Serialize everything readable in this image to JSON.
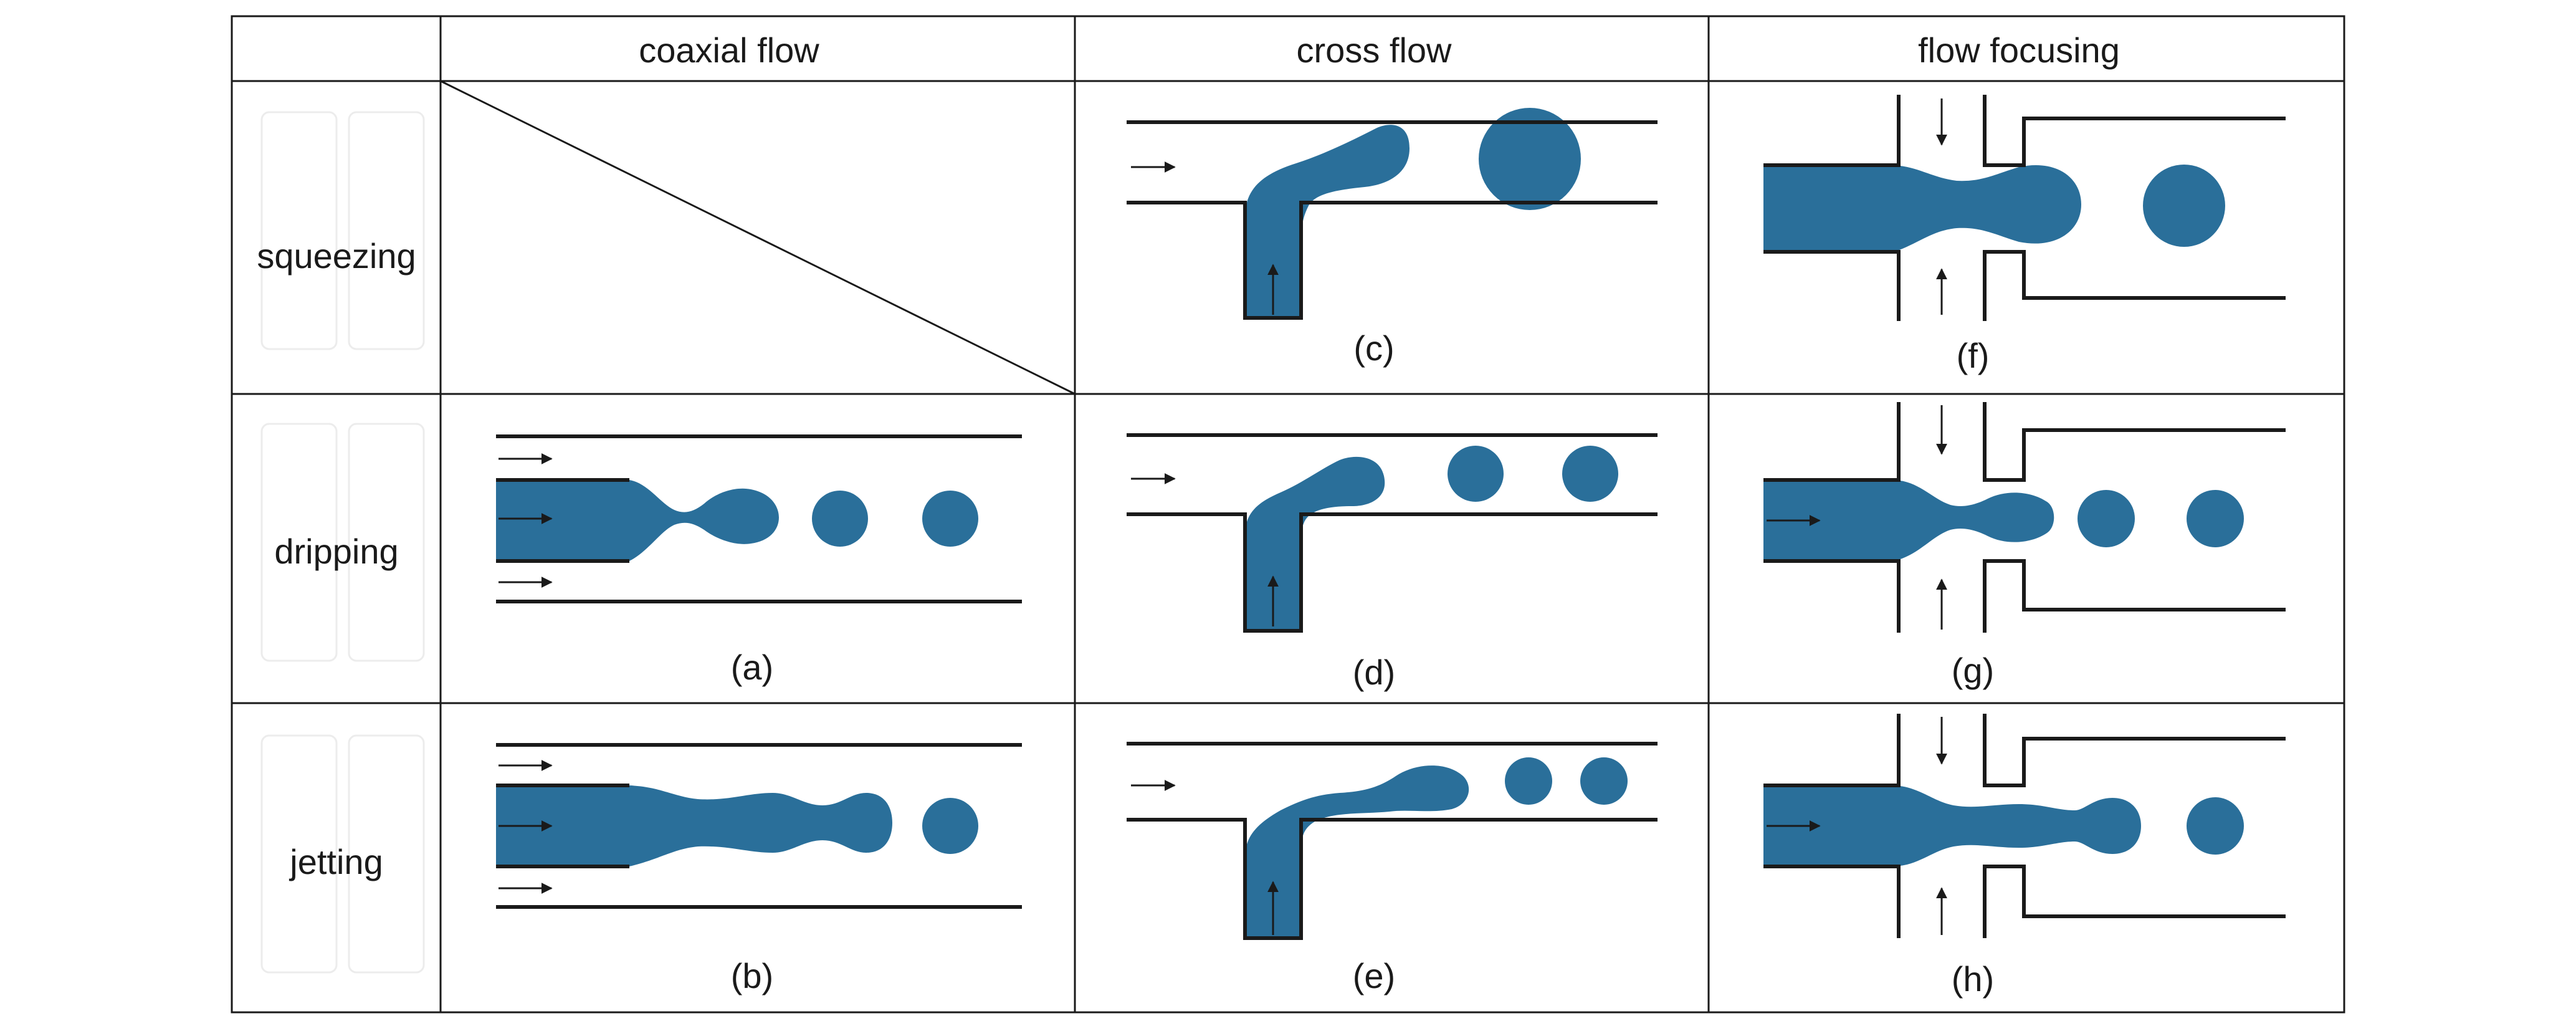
{
  "headers": {
    "col1": "coaxial flow",
    "col2": "cross flow",
    "col3": "flow focusing"
  },
  "rows": {
    "r1": "squeezing",
    "r2": "dripping",
    "r3": "jetting"
  },
  "panels": {
    "a": "(a)",
    "b": "(b)",
    "c": "(c)",
    "d": "(d)",
    "e": "(e)",
    "f": "(f)",
    "g": "(g)",
    "h": "(h)"
  },
  "colors": {
    "fluid": "#2a6f9a",
    "wall": "#1a1a1a",
    "background": "#ffffff"
  }
}
